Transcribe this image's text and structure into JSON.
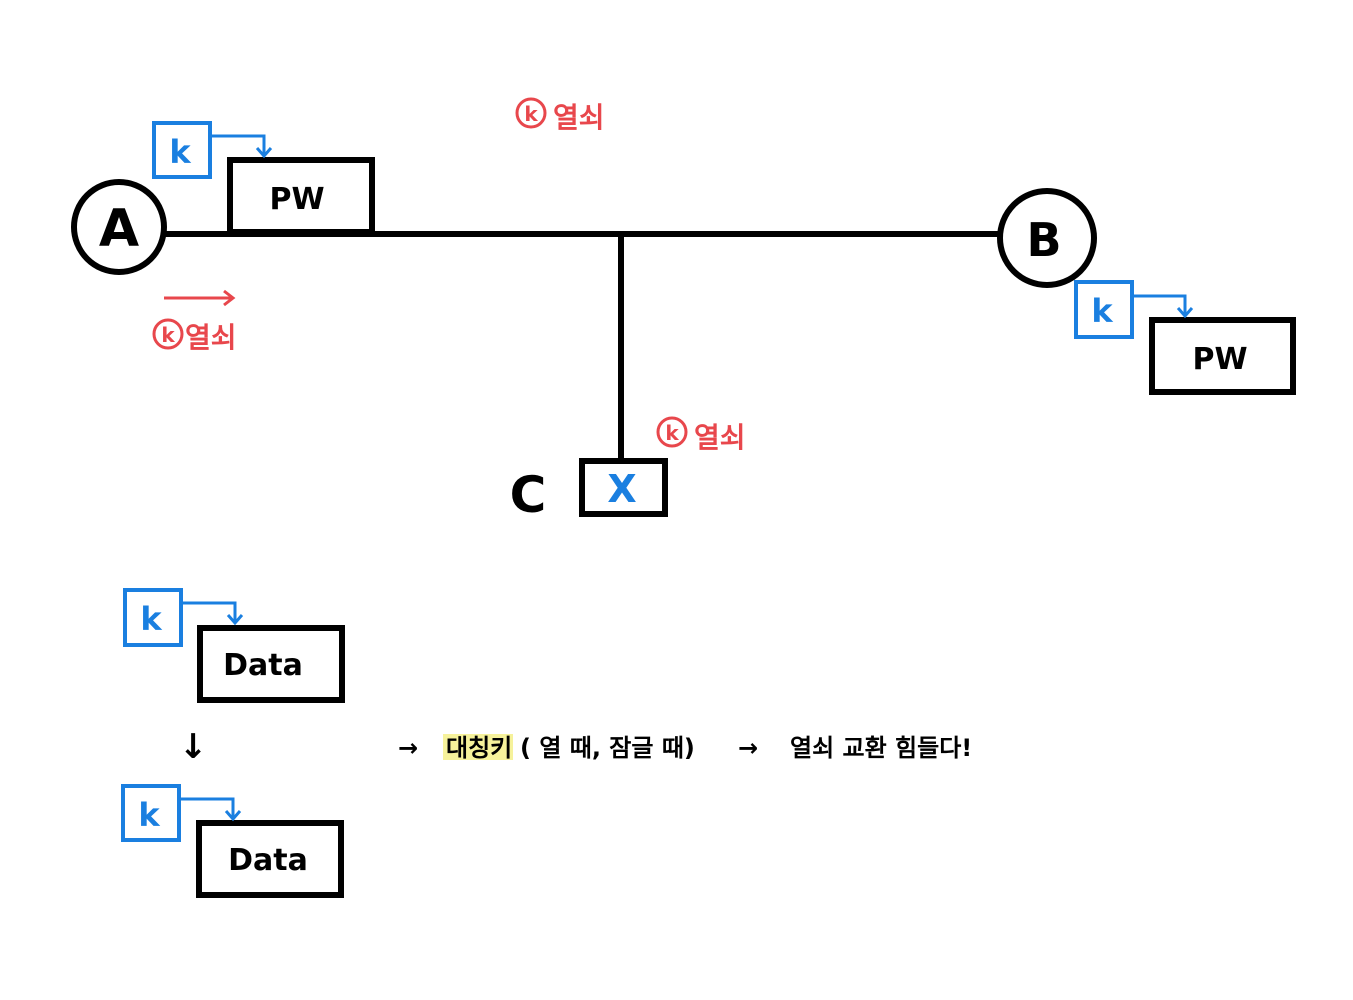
{
  "colors": {
    "ink": "#000000",
    "key": "#1a7fe0",
    "annotation": "#e8474c",
    "highlight": "#f4f08a"
  },
  "nodes": {
    "a": "A",
    "b": "B",
    "c": "C"
  },
  "boxes": {
    "pw_a": "PW",
    "pw_b": "PW",
    "blocked": "X"
  },
  "key_label": "k",
  "key_annotations": {
    "top": "열쇠",
    "left": "열쇠",
    "c": "열쇠"
  },
  "data_boxes": {
    "top": "Data",
    "bottom": "Data"
  },
  "note": {
    "arrow": "→",
    "term": "대칭키",
    "detail": "( 열 때, 잠글 때)",
    "arrow2": "→",
    "conclusion": "열쇠 교환 힘들다!"
  },
  "down_arrow": "↓"
}
